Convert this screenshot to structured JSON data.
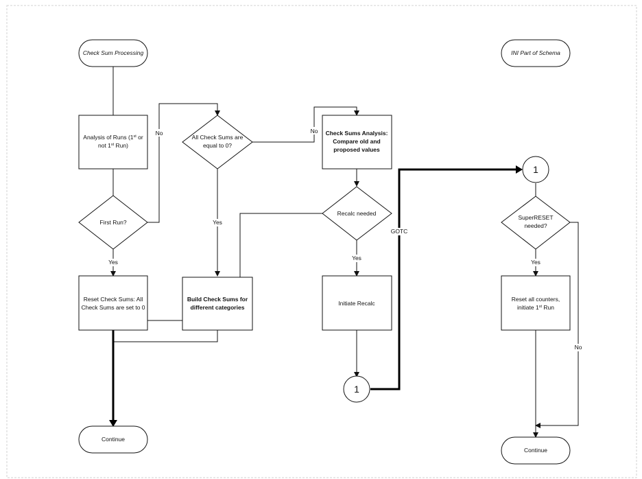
{
  "flowchart": {
    "terminals": {
      "check_sum_processing": "Check Sum Processing",
      "ini_part_of_schema": "INI Part of Schema",
      "continue_left": "Continue",
      "continue_right": "Continue"
    },
    "processes": {
      "analysis_runs": {
        "line1": "Analysis  of Runs (1",
        "sup1": "st",
        "line1_end": " or",
        "line2": "not 1",
        "sup2": "st",
        "line2_end": " Run)"
      },
      "reset_check_sums": {
        "line1": "Reset Check Sums: All",
        "line2": "Check Sums are set to 0"
      },
      "build_check_sums": {
        "line1": "Build Check Sums for",
        "line2": "different categories"
      },
      "check_sums_analysis": {
        "line1": "Check Sums Analysis:",
        "line2": "Compare old and",
        "line3": "proposed values"
      },
      "initiate_recalc": "Initiate Recalc",
      "reset_all_counters": {
        "line1": "Reset all counters,",
        "line2": "initiate 1",
        "sup": "st",
        "line2_end": " Run"
      }
    },
    "decisions": {
      "first_run": "First Run?",
      "all_check_sums_zero": {
        "line1": "All Check Sums are",
        "line2": "equal to 0?"
      },
      "recalc_needed": "Recalc needed",
      "superreset_needed": {
        "line1": "SuperRESET",
        "line2": "needed?"
      }
    },
    "connectors": {
      "connector_bottom": "1",
      "connector_right": "1"
    },
    "edge_labels": {
      "first_run_no": "No",
      "first_run_yes": "Yes",
      "all_zero_no": "No",
      "all_zero_yes": "Yes",
      "recalc_yes": "Yes",
      "gotc": "GOTC",
      "superreset_yes": "Yes",
      "superreset_no": "No"
    }
  }
}
